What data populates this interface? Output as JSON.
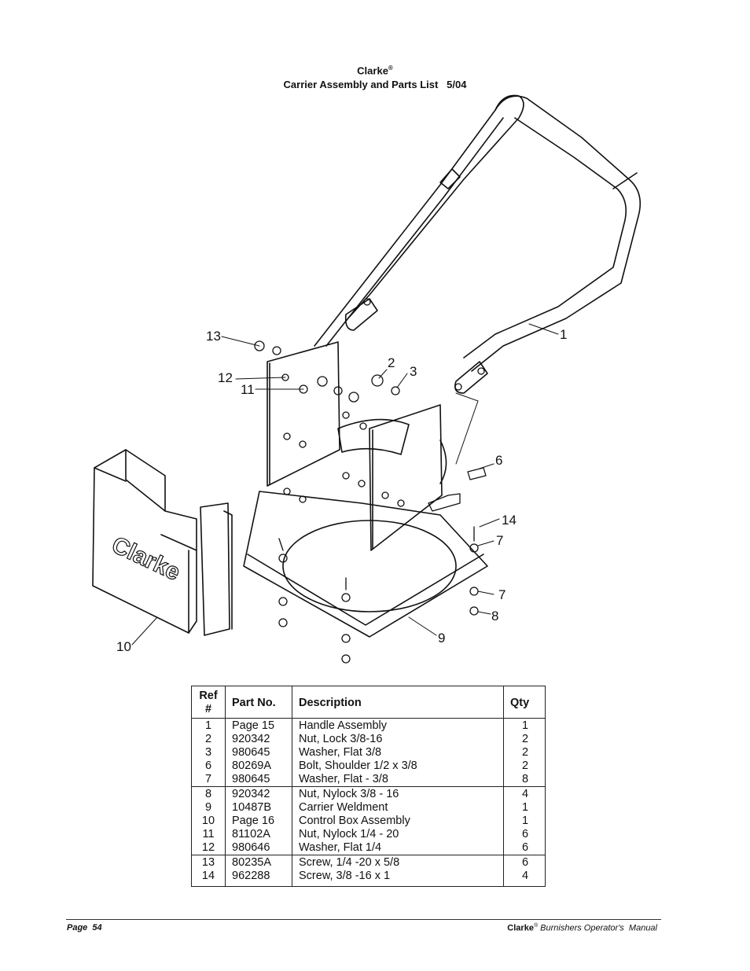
{
  "header": {
    "brand": "Clarke",
    "registered_mark": "®",
    "title": "Carrier Assembly and Parts List   5/04"
  },
  "diagram": {
    "logo_text": "Clarke",
    "callouts": {
      "c1": "1",
      "c2": "2",
      "c3": "3",
      "c6": "6",
      "c7a": "7",
      "c7b": "7",
      "c8": "8",
      "c9": "9",
      "c10": "10",
      "c11": "11",
      "c12": "12",
      "c13": "13",
      "c14": "14"
    }
  },
  "parts_table": {
    "headers": {
      "ref": "Ref #",
      "part": "Part No.",
      "desc": "Description",
      "qty": "Qty"
    },
    "rows": [
      {
        "ref": "1",
        "part": "Page 15",
        "desc": "Handle Assembly",
        "qty": "1"
      },
      {
        "ref": "2",
        "part": "920342",
        "desc": "Nut, Lock 3/8-16",
        "qty": "2"
      },
      {
        "ref": "3",
        "part": "980645",
        "desc": "Washer, Flat 3/8",
        "qty": "2"
      },
      {
        "ref": "6",
        "part": "80269A",
        "desc": "Bolt, Shoulder 1/2 x 3/8",
        "qty": "2"
      },
      {
        "ref": "7",
        "part": "980645",
        "desc": "Washer, Flat - 3/8",
        "qty": "8"
      },
      {
        "ref": "8",
        "part": "920342",
        "desc": "Nut, Nylock 3/8 - 16",
        "qty": "4"
      },
      {
        "ref": "9",
        "part": "10487B",
        "desc": "Carrier Weldment",
        "qty": "1"
      },
      {
        "ref": "10",
        "part": "Page 16",
        "desc": "Control Box Assembly",
        "qty": "1"
      },
      {
        "ref": "11",
        "part": "81102A",
        "desc": "Nut, Nylock 1/4 - 20",
        "qty": "6"
      },
      {
        "ref": "12",
        "part": "980646",
        "desc": "Washer, Flat 1/4",
        "qty": "6"
      },
      {
        "ref": "13",
        "part": "80235A",
        "desc": "Screw, 1/4 -20 x 5/8",
        "qty": "6"
      },
      {
        "ref": "14",
        "part": "962288",
        "desc": "Screw, 3/8 -16 x 1",
        "qty": "4"
      }
    ]
  },
  "footer": {
    "page_label": "Page  54",
    "brand": "Clarke",
    "registered_mark": "®",
    "manual_title": " Burnishers Operator's  Manual"
  }
}
